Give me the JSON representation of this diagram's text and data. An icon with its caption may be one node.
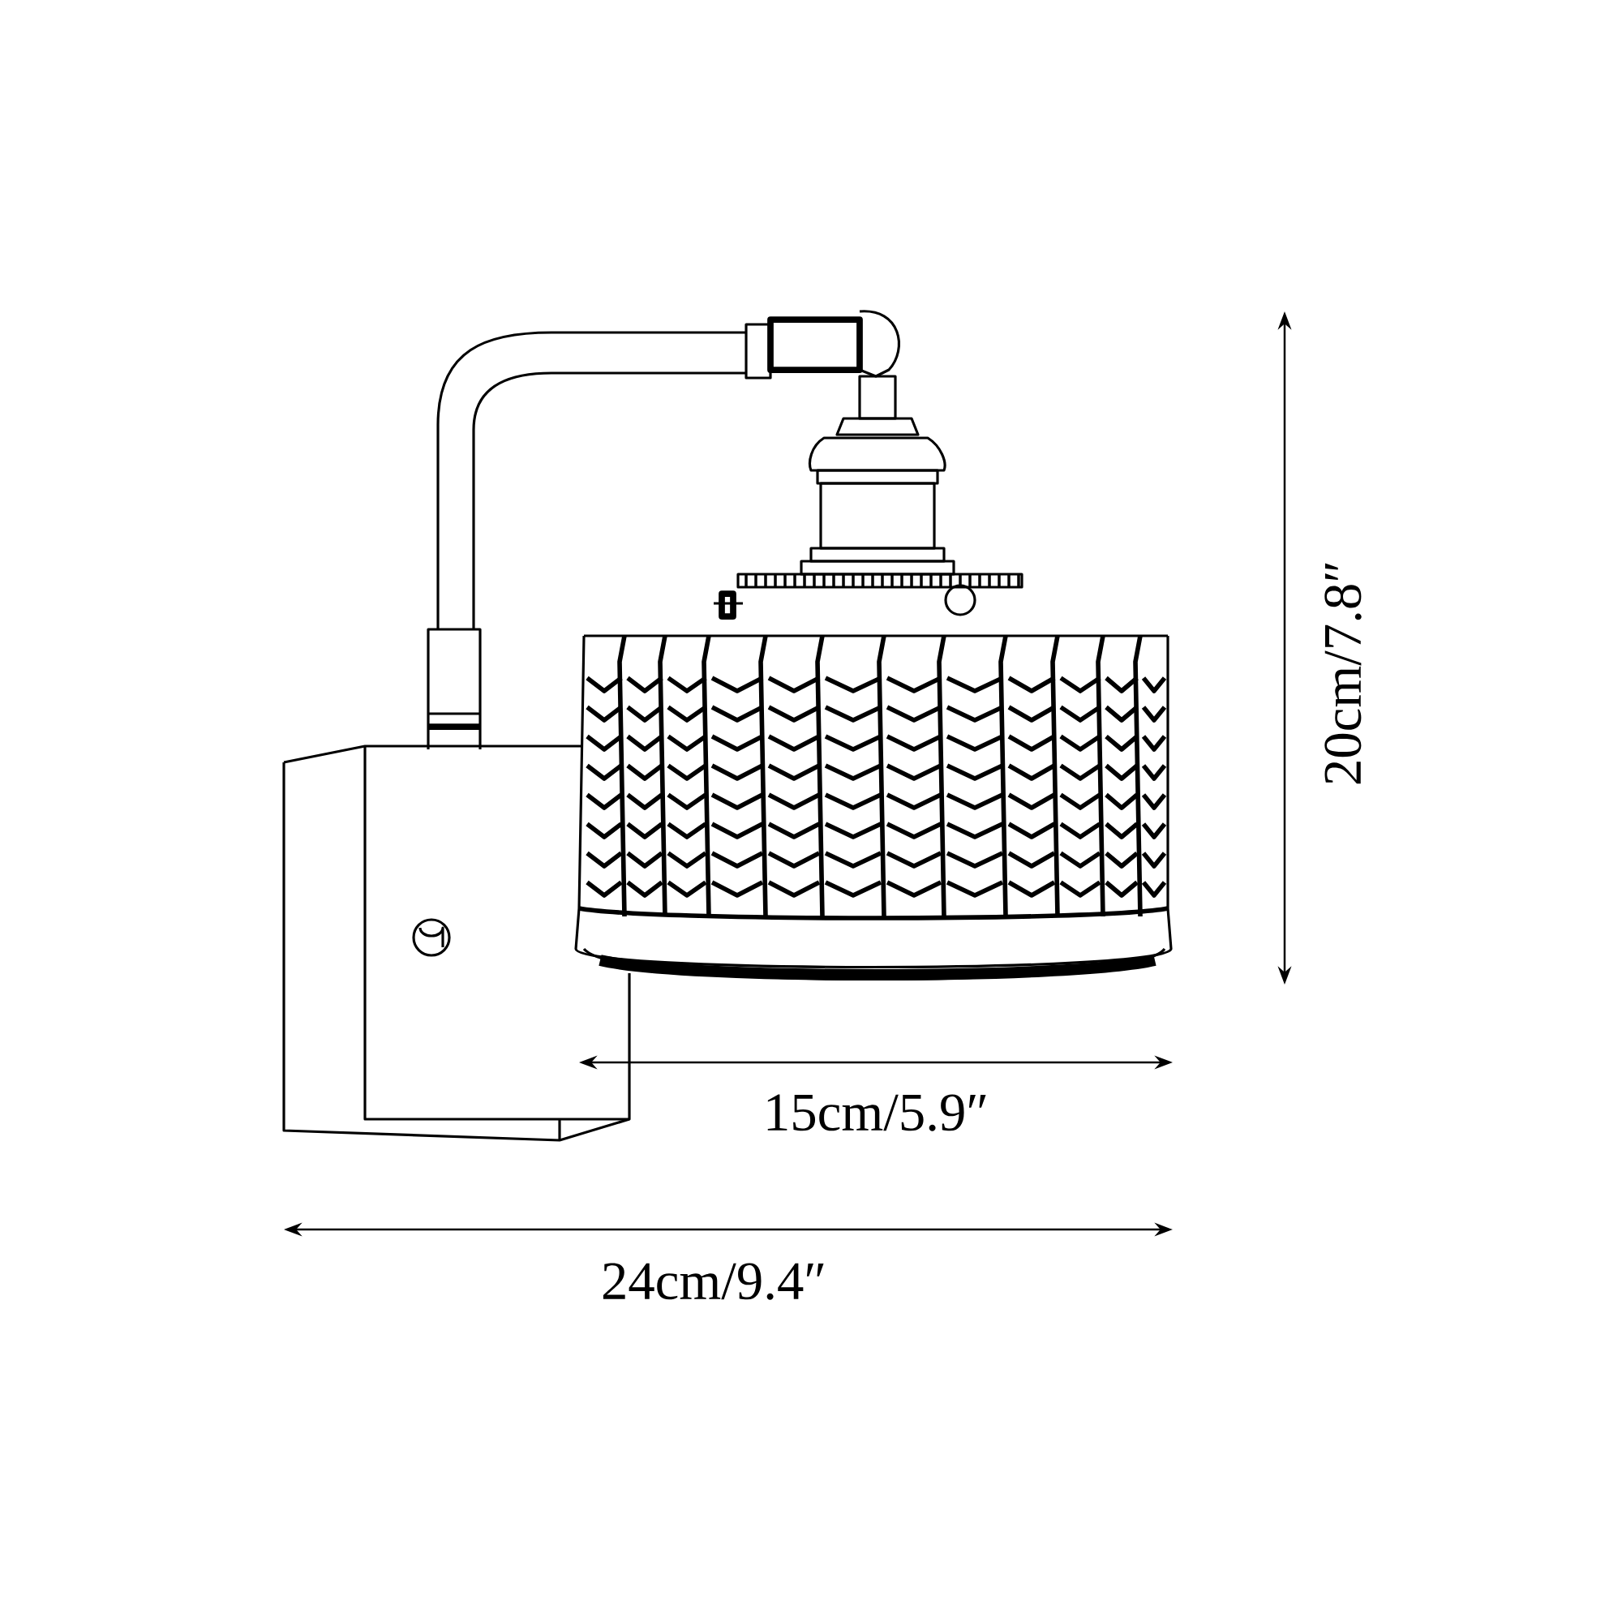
{
  "diagram": {
    "labels": [
      "15cm/5.9″",
      "24cm/9.4″",
      "20cm/7.8″"
    ]
  }
}
